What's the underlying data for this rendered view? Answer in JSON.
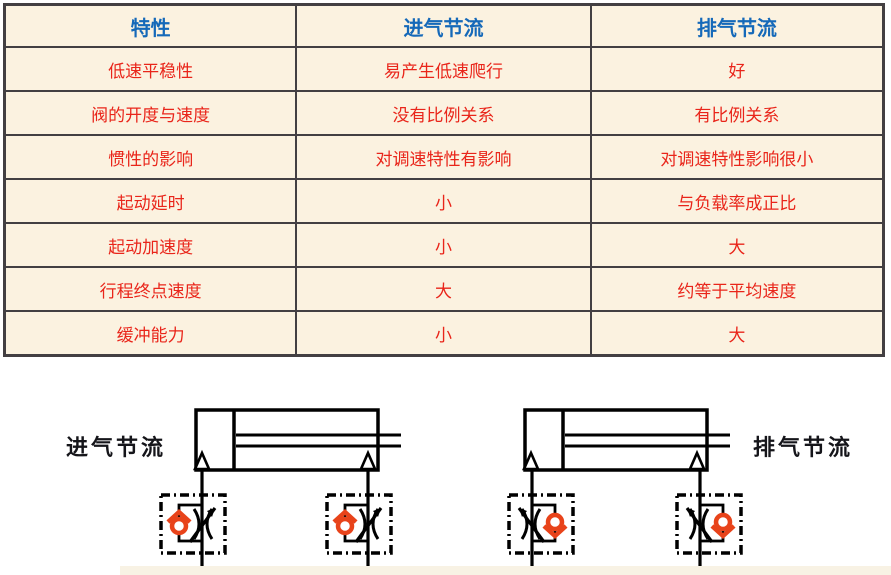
{
  "table": {
    "headers": [
      "特性",
      "进气节流",
      "排气节流"
    ],
    "rows": [
      [
        "低速平稳性",
        "易产生低速爬行",
        "好"
      ],
      [
        "阀的开度与速度",
        "没有比例关系",
        "有比例关系"
      ],
      [
        "惯性的影响",
        "对调速特性有影响",
        "对调速特性影响很小"
      ],
      [
        "起动延时",
        "小",
        "与负载率成正比"
      ],
      [
        "起动加速度",
        "小",
        "大"
      ],
      [
        "行程终点速度",
        "大",
        "约等于平均速度"
      ],
      [
        "缓冲能力",
        "小",
        "大"
      ]
    ],
    "header_color": "#1569b9",
    "body_color": "#e9251a",
    "background_color": "#fbf2e0",
    "border_color": "#433f42"
  },
  "diagrams": {
    "left_label": "进气节流",
    "right_label": "排气节流",
    "left_type": "meter-in speed control circuit",
    "right_type": "meter-out speed control circuit",
    "valve_accent_color": "#e8431a",
    "line_color": "#000000",
    "icons": [
      "cylinder-icon",
      "throttle-check-valve-icon"
    ]
  }
}
